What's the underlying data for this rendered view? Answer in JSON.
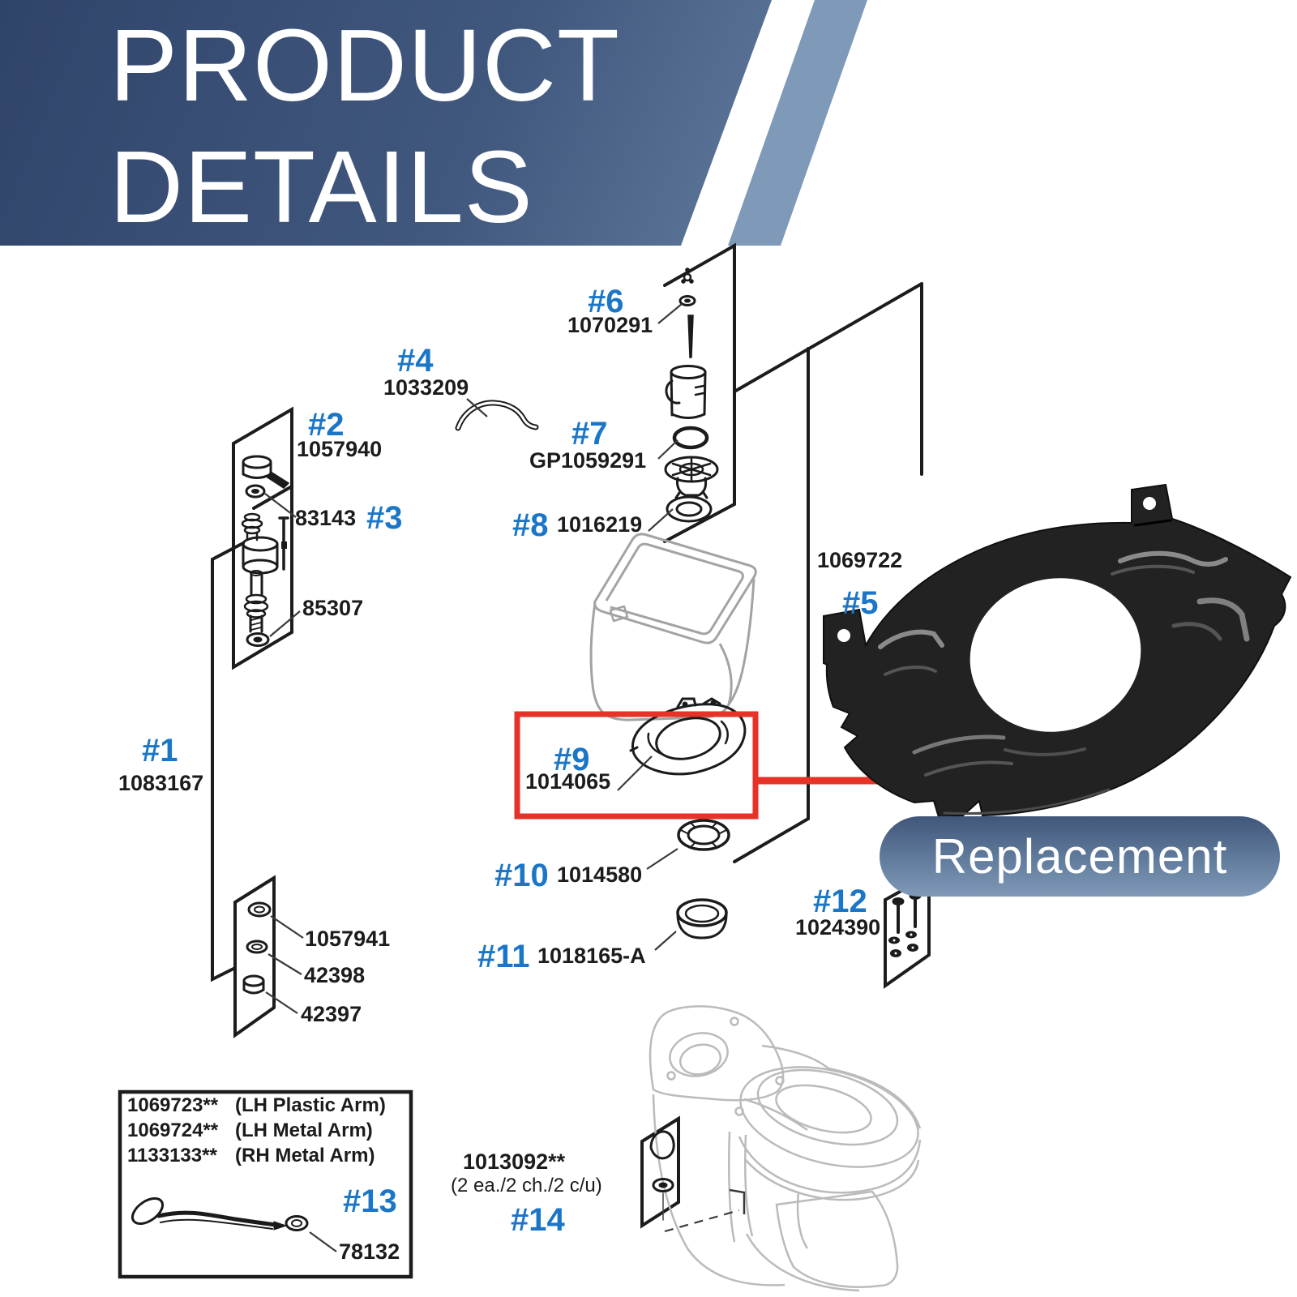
{
  "page": {
    "title_line1": "PRODUCT",
    "title_line2": "DETAILS"
  },
  "badge": {
    "label": "Replacement"
  },
  "colors": {
    "accent_blue": "#1b76c8",
    "highlight_red": "#e73228",
    "banner_dark": "#30446a",
    "banner_light": "#849fbc",
    "stripe_blue": "#7e9ab8",
    "plate_black": "#222222"
  },
  "parts": [
    {
      "ref": "#1",
      "num": "1083167"
    },
    {
      "ref": "#2",
      "num": "1057940"
    },
    {
      "ref": "#3",
      "num": "83143"
    },
    {
      "ref": "#4",
      "num": "1033209"
    },
    {
      "ref": "#5",
      "num": "1069722"
    },
    {
      "ref": "#6",
      "num": "1070291"
    },
    {
      "ref": "#7",
      "num": "GP1059291"
    },
    {
      "ref": "#8",
      "num": "1016219"
    },
    {
      "ref": "#9",
      "num": "1014065"
    },
    {
      "ref": "#10",
      "num": "1014580"
    },
    {
      "ref": "#11",
      "num": "1018165-A"
    },
    {
      "ref": "#12",
      "num": "1024390"
    },
    {
      "ref": "#13",
      "num": "78132"
    },
    {
      "ref": "#14",
      "num": "1013092**",
      "qty": "(2 ea./2 ch./2 c/u)"
    }
  ],
  "loose": {
    "shank_washer": "85307",
    "coupling_nut_top": "1057941",
    "coupling_nut_mid": "42398",
    "coupling_nut_bottom": "42397"
  },
  "trip_lever_options": [
    {
      "num": "1069723**",
      "desc": "(LH Plastic Arm)"
    },
    {
      "num": "1069724**",
      "desc": "(LH Metal Arm)"
    },
    {
      "num": "1133133**",
      "desc": "(RH Metal Arm)"
    }
  ]
}
